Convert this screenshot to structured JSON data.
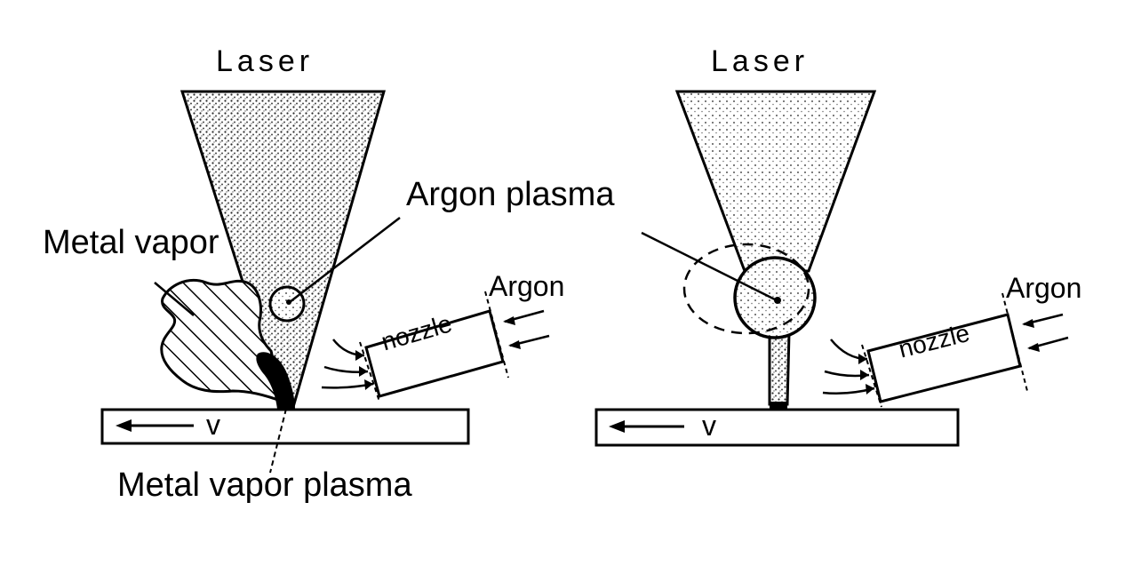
{
  "left_panel": {
    "laser_label": "Laser",
    "metal_vapor_label": "Metal vapor",
    "argon_plasma_label": "Argon plasma",
    "argon_label": "Argon",
    "nozzle_label": "nozzle",
    "velocity_label": "v",
    "metal_vapor_plasma_label": "Metal vapor plasma"
  },
  "right_panel": {
    "laser_label": "Laser",
    "argon_label": "Argon",
    "nozzle_label": "nozzle",
    "velocity_label": "v"
  }
}
